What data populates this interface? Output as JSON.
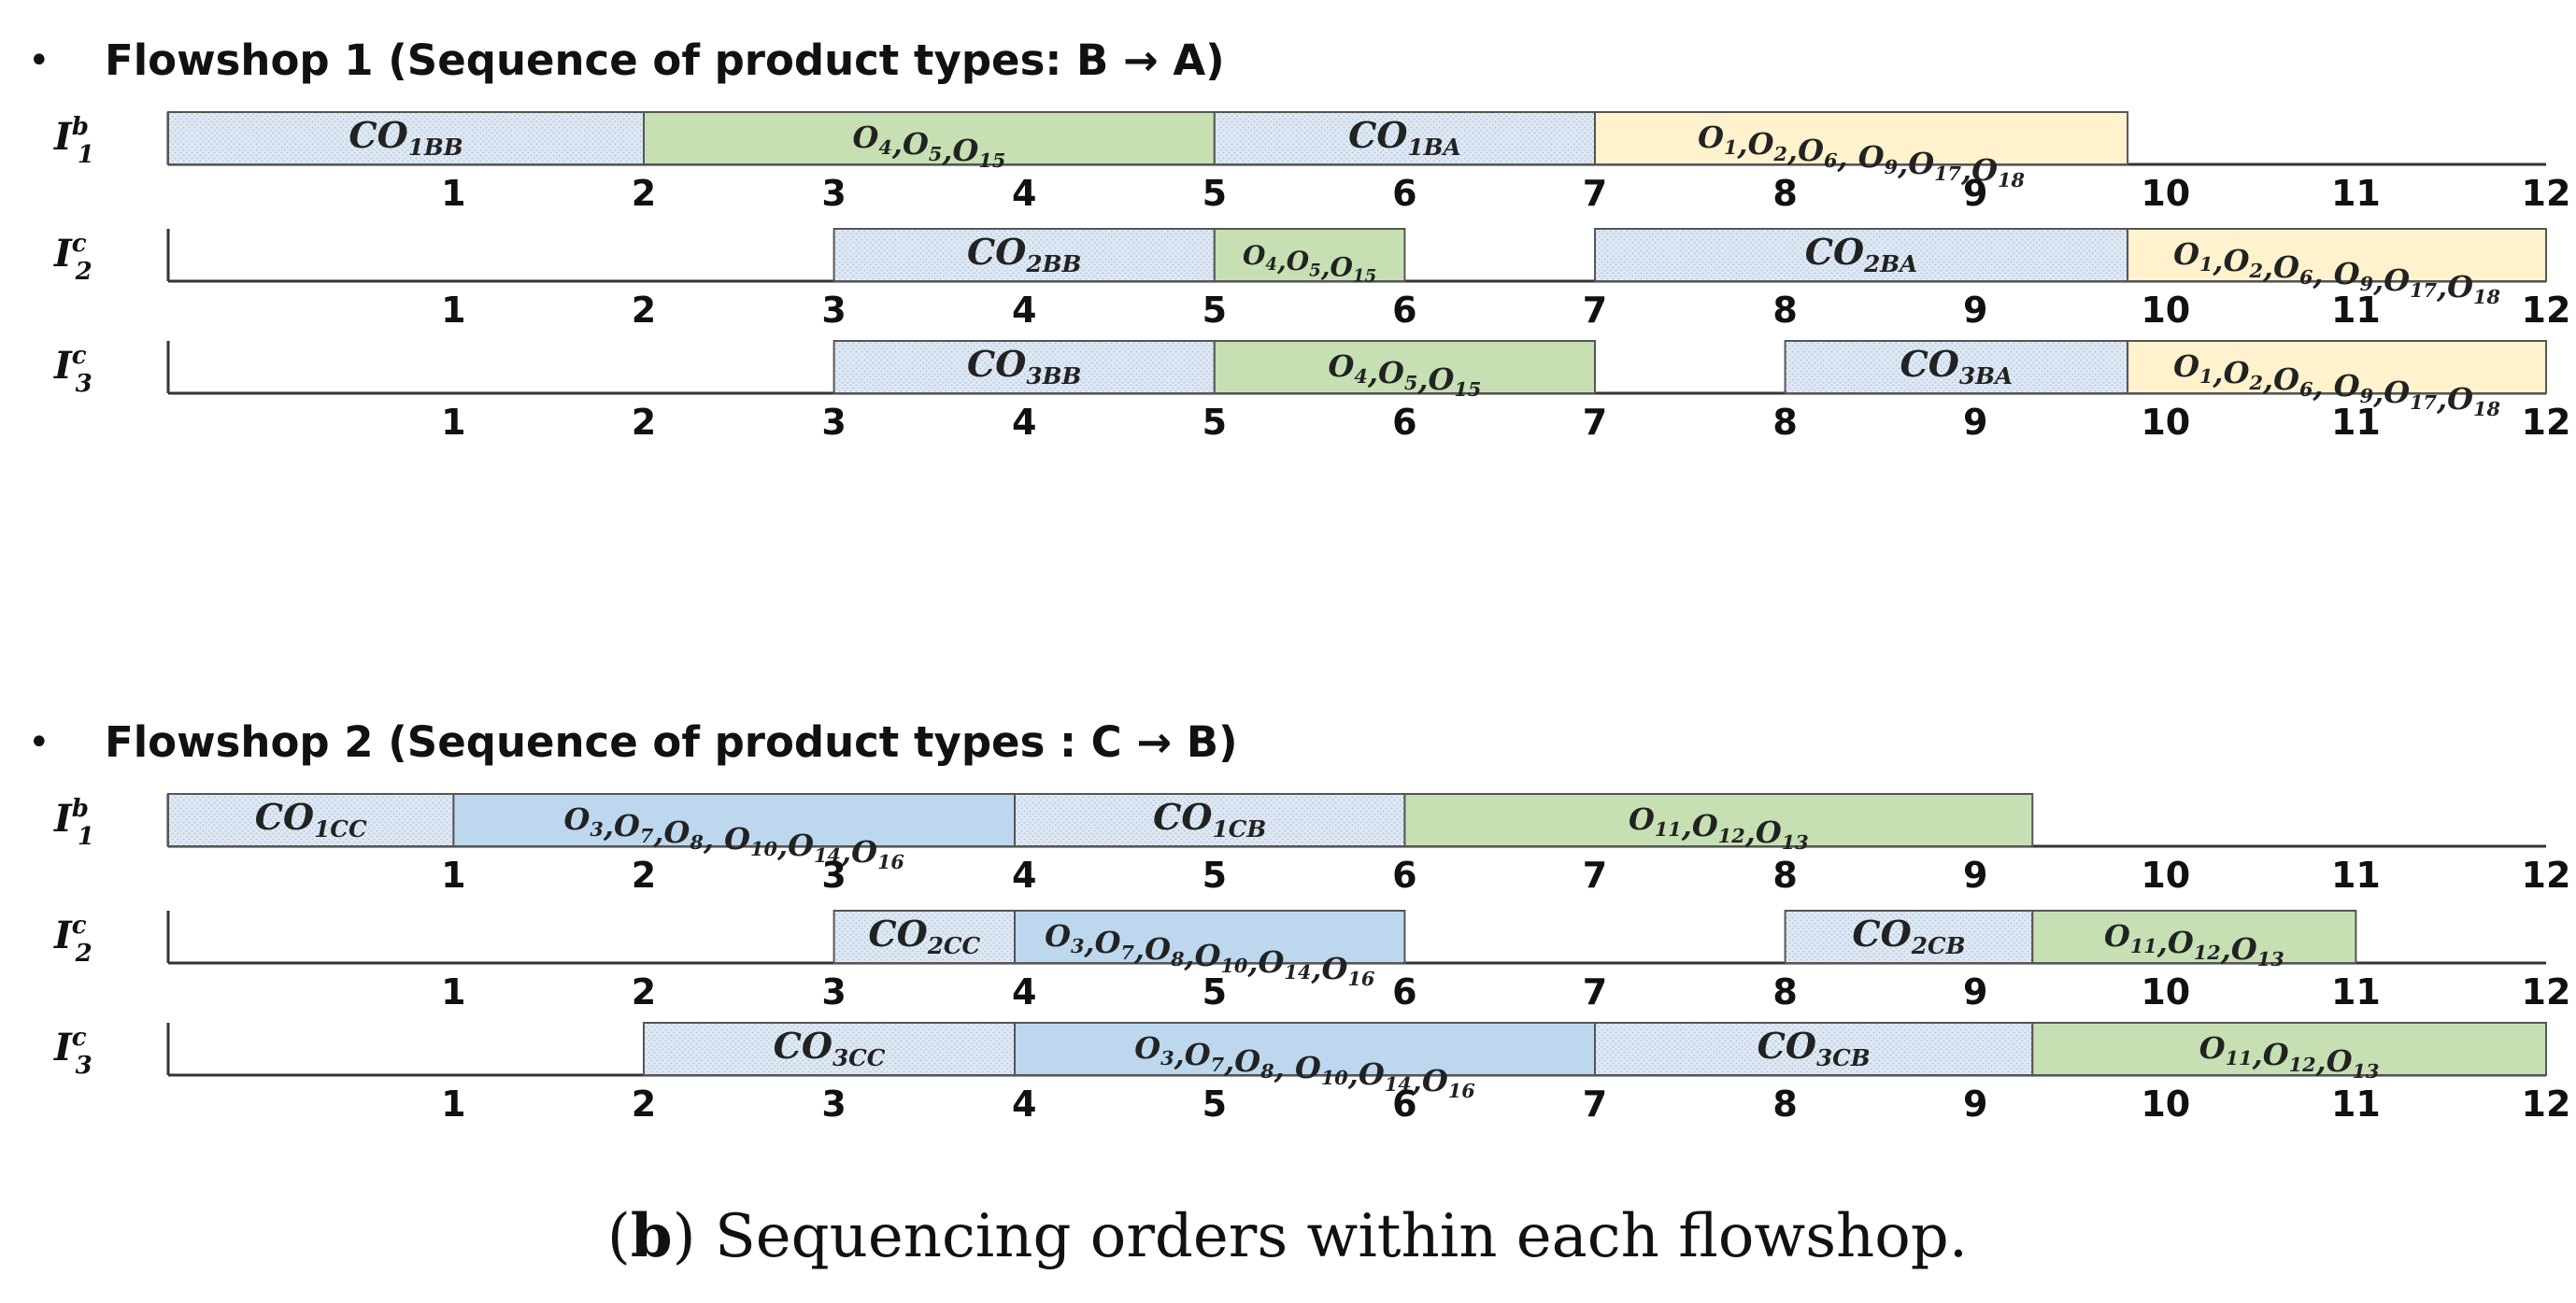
{
  "caption": {
    "letter": "b",
    "text": "Sequencing orders within each flowshop."
  },
  "colors": {
    "changeover": "#dfe9f5",
    "changeover_dot": "#b7c8dd",
    "B_green": "#c6e0b4",
    "A_yellow": "#fff2cc",
    "C_blue": "#bdd7ee",
    "border": "#555555"
  },
  "bullet": "•",
  "flowshops": [
    {
      "title": "Flowshop 1 (Sequence of product types: B → A)",
      "ticks": [
        "1",
        "2",
        "3",
        "4",
        "5",
        "6",
        "7",
        "8",
        "9",
        "10",
        "11",
        "12"
      ],
      "rows": [
        {
          "label": "I",
          "sup": "b",
          "sub": "1",
          "blocks": [
            {
              "start": 0,
              "end": 2.5,
              "kind": "changeover",
              "base": "CO",
              "sub": "1BB"
            },
            {
              "start": 2.5,
              "end": 5.5,
              "kind": "B_green",
              "text": "O4,O5,O15"
            },
            {
              "start": 5.5,
              "end": 7.5,
              "kind": "changeover",
              "base": "CO",
              "sub": "1BA"
            },
            {
              "start": 7.5,
              "end": 10.3,
              "kind": "A_yellow",
              "text": "O1,O2,O6, O9,O17,O18"
            }
          ]
        },
        {
          "label": "I",
          "sup": "c",
          "sub": "2",
          "blocks": [
            {
              "start": 3.5,
              "end": 5.5,
              "kind": "changeover",
              "base": "CO",
              "sub": "2BB"
            },
            {
              "start": 5.5,
              "end": 6.5,
              "kind": "B_green",
              "text": "O4,O5,O15"
            },
            {
              "start": 7.5,
              "end": 10.3,
              "kind": "changeover",
              "base": "CO",
              "sub": "2BA"
            },
            {
              "start": 10.3,
              "end": 12.5,
              "kind": "A_yellow",
              "text": "O1,O2,O6, O9,O17,O18"
            }
          ]
        },
        {
          "label": "I",
          "sup": "c",
          "sub": "3",
          "blocks": [
            {
              "start": 3.5,
              "end": 5.5,
              "kind": "changeover",
              "base": "CO",
              "sub": "3BB"
            },
            {
              "start": 5.5,
              "end": 7.5,
              "kind": "B_green",
              "text": "O4,O5,O15"
            },
            {
              "start": 8.5,
              "end": 10.3,
              "kind": "changeover",
              "base": "CO",
              "sub": "3BA"
            },
            {
              "start": 10.3,
              "end": 12.5,
              "kind": "A_yellow",
              "text": "O1,O2,O6, O9,O17,O18"
            }
          ]
        }
      ]
    },
    {
      "title": "Flowshop 2 (Sequence of product types : C → B)",
      "ticks": [
        "1",
        "2",
        "3",
        "4",
        "5",
        "6",
        "7",
        "8",
        "9",
        "10",
        "11",
        "12"
      ],
      "rows": [
        {
          "label": "I",
          "sup": "b",
          "sub": "1",
          "blocks": [
            {
              "start": 0,
              "end": 1.5,
              "kind": "changeover",
              "base": "CO",
              "sub": "1CC"
            },
            {
              "start": 1.5,
              "end": 4.45,
              "kind": "C_blue",
              "text": "O3,O7,O8, O10,O14,O16"
            },
            {
              "start": 4.45,
              "end": 6.5,
              "kind": "changeover",
              "base": "CO",
              "sub": "1CB"
            },
            {
              "start": 6.5,
              "end": 9.8,
              "kind": "B_green",
              "text": "O11,O12,O13"
            }
          ]
        },
        {
          "label": "I",
          "sup": "c",
          "sub": "2",
          "blocks": [
            {
              "start": 3.5,
              "end": 4.45,
              "kind": "changeover",
              "base": "CO",
              "sub": "2CC"
            },
            {
              "start": 4.45,
              "end": 6.5,
              "kind": "C_blue",
              "text": "O3,O7,O8,O10,O14,O16"
            },
            {
              "start": 8.5,
              "end": 9.8,
              "kind": "changeover",
              "base": "CO",
              "sub": "2CB"
            },
            {
              "start": 9.8,
              "end": 11.5,
              "kind": "B_green",
              "text": "O11,O12,O13"
            }
          ]
        },
        {
          "label": "I",
          "sup": "c",
          "sub": "3",
          "blocks": [
            {
              "start": 2.5,
              "end": 4.45,
              "kind": "changeover",
              "base": "CO",
              "sub": "3CC"
            },
            {
              "start": 4.45,
              "end": 7.5,
              "kind": "C_blue",
              "text": "O3,O7,O8, O10,O14,O16"
            },
            {
              "start": 7.5,
              "end": 9.8,
              "kind": "changeover",
              "base": "CO",
              "sub": "3CB"
            },
            {
              "start": 9.8,
              "end": 12.5,
              "kind": "B_green",
              "text": "O11,O12,O13"
            }
          ]
        }
      ]
    }
  ]
}
